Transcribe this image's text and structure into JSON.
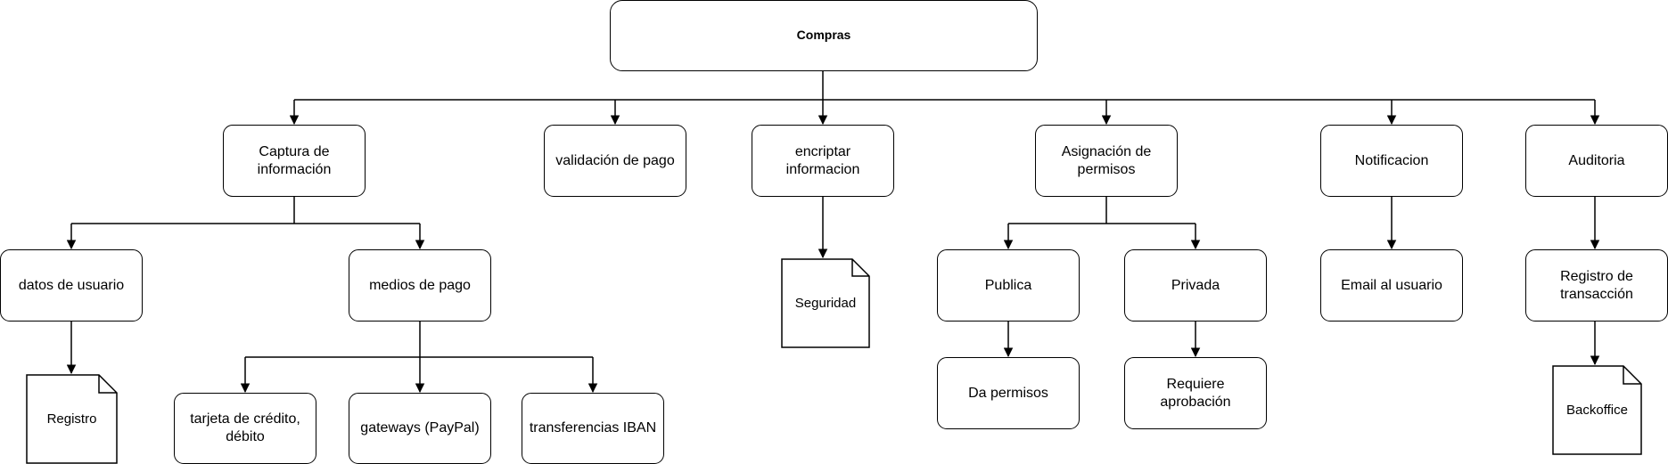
{
  "nodes": {
    "compras": "Compras",
    "captura": "Captura de información",
    "validacion": "validación de pago",
    "encriptar": "encriptar informacion",
    "asignacion": "Asignación de permisos",
    "notificacion": "Notificacion",
    "auditoria": "Auditoria",
    "datos_usuario": "datos de usuario",
    "medios_pago": "medios de pago",
    "publica": "Publica",
    "privada": "Privada",
    "email": "Email al usuario",
    "registro_transaccion": "Registro de transacción",
    "tarjeta": "tarjeta de crédito, débito",
    "gateways": "gateways (PayPal)",
    "transferencias": "transferencias IBAN",
    "da_permisos": "Da permisos",
    "requiere": "Requiere aprobación"
  },
  "documents": {
    "registro": "Registro",
    "seguridad": "Seguridad",
    "backoffice": "Backoffice"
  }
}
